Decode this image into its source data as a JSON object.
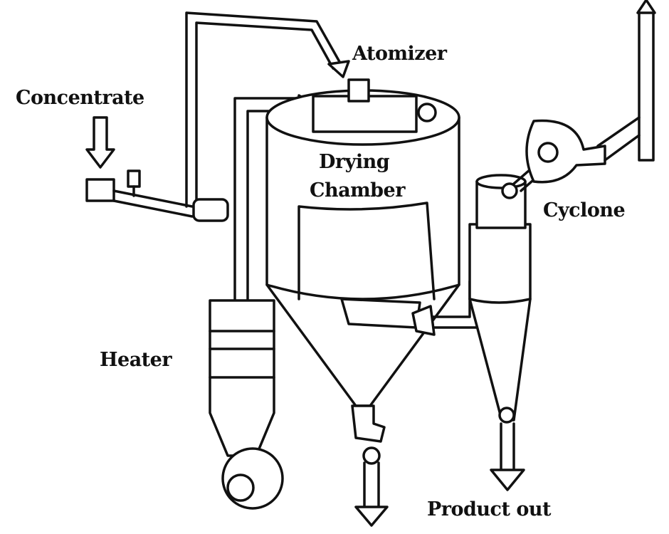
{
  "diagram": {
    "labels": {
      "atomizer": "Atomizer",
      "concentrate": "Concentrate",
      "drying_chamber_line1": "Drying",
      "drying_chamber_line2": "Chamber",
      "cyclone": "Cyclone",
      "heater": "Heater",
      "product_out": "Product out"
    }
  }
}
